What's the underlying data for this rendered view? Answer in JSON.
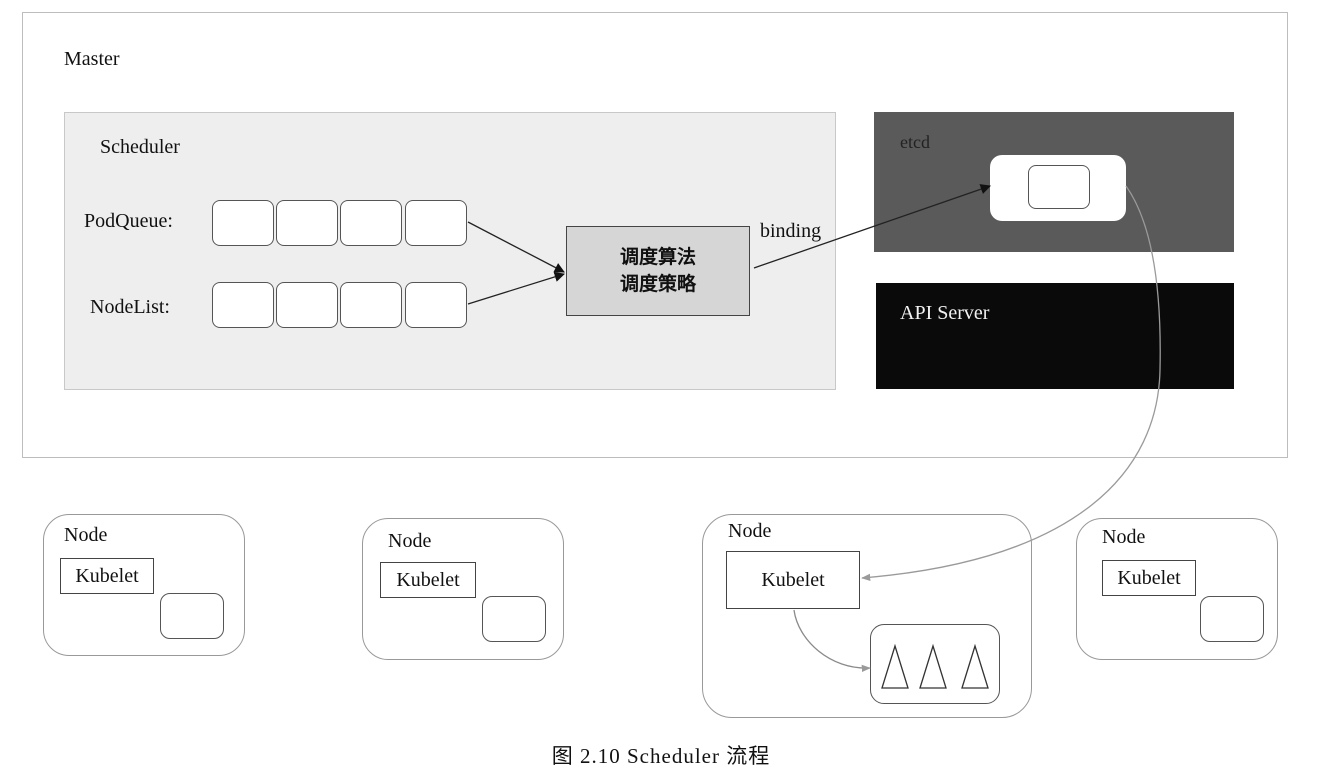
{
  "master": {
    "label": "Master"
  },
  "scheduler": {
    "label": "Scheduler",
    "podqueue_label": "PodQueue:",
    "nodelist_label": "NodeList:",
    "algorithm_line1": "调度算法",
    "algorithm_line2": "调度策略"
  },
  "binding_label": "binding",
  "etcd": {
    "label": "etcd"
  },
  "api_server": {
    "label": "API Server"
  },
  "nodes": [
    {
      "label": "Node",
      "kubelet": "Kubelet"
    },
    {
      "label": "Node",
      "kubelet": "Kubelet"
    },
    {
      "label": "Node",
      "kubelet": "Kubelet"
    },
    {
      "label": "Node",
      "kubelet": "Kubelet"
    }
  ],
  "caption": "图 2.10   Scheduler 流程",
  "colors": {
    "scheduler_bg": "#eeeeee",
    "algorithm_bg": "#d6d6d6",
    "etcd_bg": "#5a5a5a",
    "api_server_bg": "#0a0a0a"
  }
}
